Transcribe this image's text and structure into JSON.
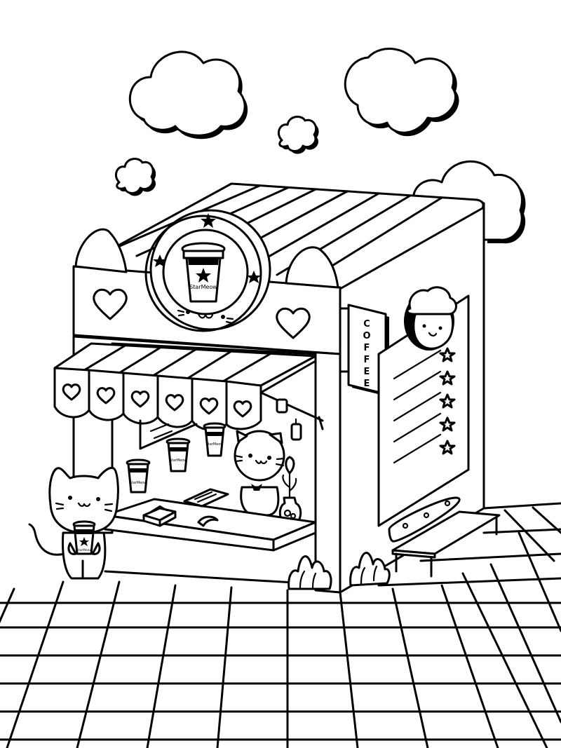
{
  "scene": {
    "brand": "StarMeow",
    "sign": [
      "C",
      "O",
      "F",
      "F",
      "E",
      "E"
    ],
    "colors": {
      "ink": "#000000",
      "paper": "#ffffff"
    }
  }
}
